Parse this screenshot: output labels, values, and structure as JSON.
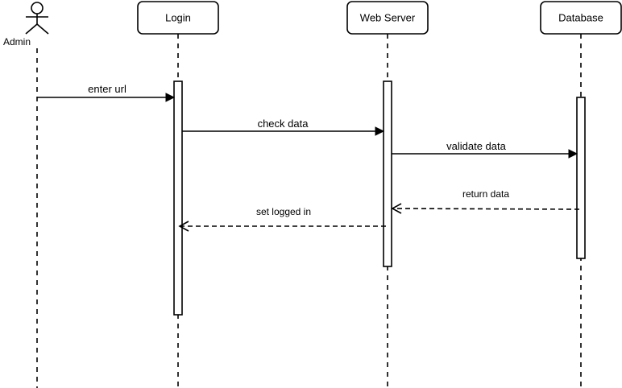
{
  "actor": {
    "label": "Admin"
  },
  "participants": [
    {
      "id": "login",
      "label": "Login"
    },
    {
      "id": "webserver",
      "label": "Web Server"
    },
    {
      "id": "database",
      "label": "Database"
    }
  ],
  "messages": [
    {
      "id": "enter-url",
      "label": "enter url",
      "kind": "sync"
    },
    {
      "id": "check-data",
      "label": "check data",
      "kind": "sync"
    },
    {
      "id": "validate-data",
      "label": "validate data",
      "kind": "sync"
    },
    {
      "id": "return-data",
      "label": "return data",
      "kind": "return"
    },
    {
      "id": "set-logged-in",
      "label": "set logged in",
      "kind": "return"
    }
  ]
}
